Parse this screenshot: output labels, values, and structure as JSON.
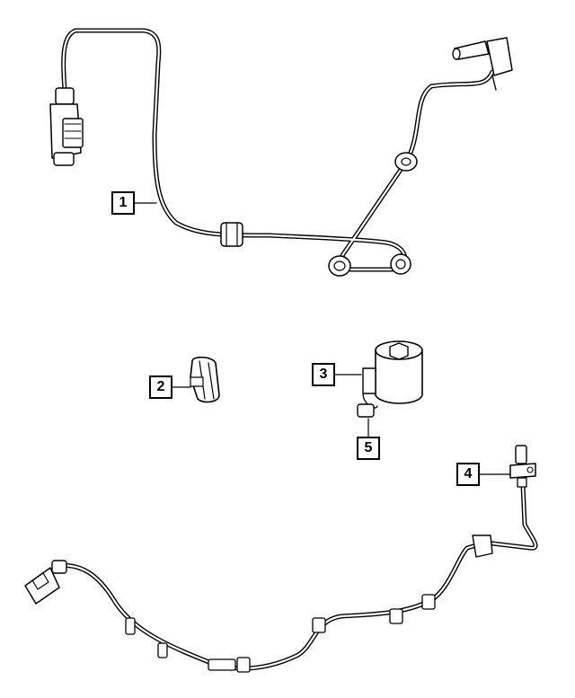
{
  "callouts": [
    {
      "id": "1",
      "label": "1",
      "part": "wheel-speed-sensor-harness-upper"
    },
    {
      "id": "2",
      "label": "2",
      "part": "clip"
    },
    {
      "id": "3",
      "label": "3",
      "part": "bolt"
    },
    {
      "id": "4",
      "label": "4",
      "part": "wheel-speed-sensor-lower"
    },
    {
      "id": "5",
      "label": "5",
      "part": "washer-stud"
    }
  ],
  "colors": {
    "line": "#000000",
    "background": "#ffffff"
  }
}
